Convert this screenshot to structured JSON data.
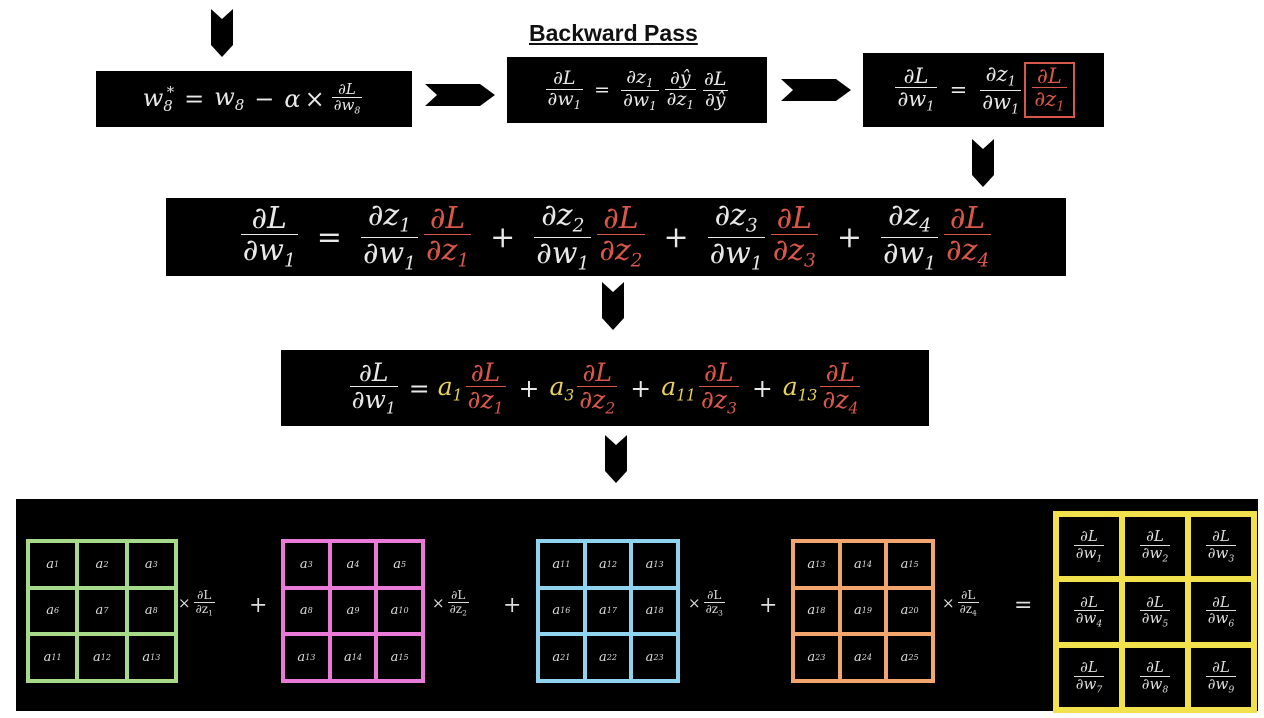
{
  "title": "Backward Pass",
  "eq1": {
    "lhs": "w",
    "lhs_sub": "8",
    "lhs_sup": "*",
    "eq": "=",
    "w": "w",
    "w_sub": "8",
    "minus": "−",
    "alpha": "α",
    "times": "×",
    "num": "∂L",
    "den_base": "∂w",
    "den_sub": "8"
  },
  "eq2": {
    "lhs_num": "∂L",
    "lhs_den": "∂w",
    "lhs_den_sub": "1",
    "eq": "=",
    "f1_num": "∂z",
    "f1_num_sub": "1",
    "f1_den": "∂w",
    "f1_den_sub": "1",
    "f2_num": "∂ŷ",
    "f2_den": "∂z",
    "f2_den_sub": "1",
    "f3_num": "∂L",
    "f3_den": "∂ŷ"
  },
  "eq3": {
    "lhs_num": "∂L",
    "lhs_den": "∂w",
    "lhs_den_sub": "1",
    "eq": "=",
    "f1_num": "∂z",
    "f1_num_sub": "1",
    "f1_den": "∂w",
    "f1_den_sub": "1",
    "f2_num": "∂L",
    "f2_den": "∂z",
    "f2_den_sub": "1"
  },
  "eq4": {
    "lhs_num": "∂L",
    "lhs_den": "∂w",
    "lhs_den_sub": "1",
    "eq": "=",
    "plus": "+",
    "terms": [
      {
        "dz": "∂z",
        "i": "1",
        "dw": "∂w",
        "wi": "1",
        "dl": "∂L",
        "dzr": "∂z",
        "ri": "1"
      },
      {
        "dz": "∂z",
        "i": "2",
        "dw": "∂w",
        "wi": "1",
        "dl": "∂L",
        "dzr": "∂z",
        "ri": "2"
      },
      {
        "dz": "∂z",
        "i": "3",
        "dw": "∂w",
        "wi": "1",
        "dl": "∂L",
        "dzr": "∂z",
        "ri": "3"
      },
      {
        "dz": "∂z",
        "i": "4",
        "dw": "∂w",
        "wi": "1",
        "dl": "∂L",
        "dzr": "∂z",
        "ri": "4"
      }
    ]
  },
  "eq5": {
    "lhs_num": "∂L",
    "lhs_den": "∂w",
    "lhs_den_sub": "1",
    "eq": "=",
    "plus": "+",
    "terms": [
      {
        "a": "a",
        "ai": "1",
        "dl": "∂L",
        "dz": "∂z",
        "zi": "1"
      },
      {
        "a": "a",
        "ai": "3",
        "dl": "∂L",
        "dz": "∂z",
        "zi": "2"
      },
      {
        "a": "a",
        "ai": "11",
        "dl": "∂L",
        "dz": "∂z",
        "zi": "3"
      },
      {
        "a": "a",
        "ai": "13",
        "dl": "∂L",
        "dz": "∂z",
        "zi": "4"
      }
    ]
  },
  "grids": [
    {
      "color": "#a6d98a",
      "cells": [
        "1",
        "2",
        "3",
        "6",
        "7",
        "8",
        "11",
        "12",
        "13"
      ],
      "z": "1"
    },
    {
      "color": "#e97ad8",
      "cells": [
        "3",
        "4",
        "5",
        "8",
        "9",
        "10",
        "13",
        "14",
        "15"
      ],
      "z": "2"
    },
    {
      "color": "#8fd3ee",
      "cells": [
        "11",
        "12",
        "13",
        "16",
        "17",
        "18",
        "21",
        "22",
        "23"
      ],
      "z": "3"
    },
    {
      "color": "#f2a56c",
      "cells": [
        "13",
        "14",
        "15",
        "18",
        "19",
        "20",
        "23",
        "24",
        "25"
      ],
      "z": "4"
    }
  ],
  "grid_symbol": "a",
  "mul": {
    "times": "×",
    "num": "∂L",
    "den": "∂z"
  },
  "panel_plus": "+",
  "panel_eq": "=",
  "result": {
    "color": "#f0e14d",
    "num": "∂L",
    "den": "∂w",
    "cells": [
      "1",
      "2",
      "3",
      "4",
      "5",
      "6",
      "7",
      "8",
      "9"
    ]
  }
}
